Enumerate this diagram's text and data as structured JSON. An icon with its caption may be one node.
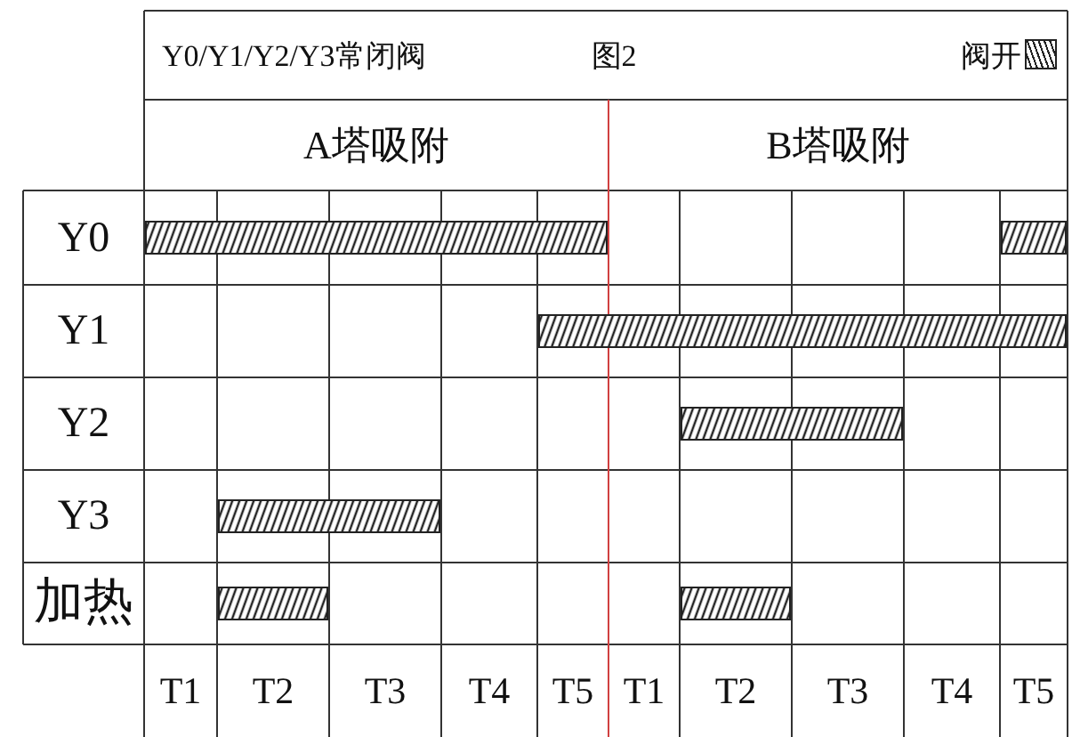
{
  "diagram": {
    "title": "图2",
    "labels": [
      "Y0/Y1/Y2/Y3常闭阀",
      "A塔吸附",
      "B塔吸附",
      "Y0",
      "Y1",
      "Y2",
      "Y3",
      "加热",
      "T1",
      "T2",
      "T3",
      "T4",
      "T5",
      "T1",
      "T2",
      "T3",
      "T4",
      "T5"
    ],
    "legend": [
      {
        "text": "阀开"
      }
    ],
    "nodes": [
      {
        "text": [],
        "shape": "bar"
      },
      {
        "text": [],
        "shape": "bar"
      },
      {
        "text": [],
        "shape": "bar"
      },
      {
        "text": [],
        "shape": "bar"
      },
      {
        "text": [],
        "shape": "bar"
      },
      {
        "text": [],
        "shape": "bar"
      },
      {
        "text": [],
        "shape": "bar"
      }
    ]
  }
}
